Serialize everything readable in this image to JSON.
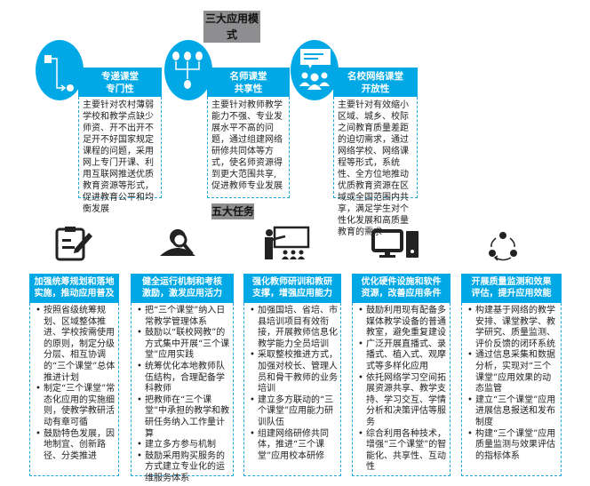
{
  "top_section": {
    "title": "三大应用模式"
  },
  "modes": [
    {
      "icon": "flow-arrow-icon",
      "title_line1": "专递课堂",
      "title_line2": "专门性",
      "body": "主要针对农村薄弱学校和教学点缺少师资、开不出开不足开不好国家规定课程的问题，采用网上专门开课、利用互联网推送优质教育资源等形式，促进教育公平和均衡发展"
    },
    {
      "icon": "hierarchy-icon",
      "title_line1": "名师课堂",
      "title_line2": "共享性",
      "body": "主要针对教师教学能力不强、专业发展水平不高的问题，通过组建网络研修共同体等方式，使名师资源得到更大范围共享,促进教师专业发展"
    },
    {
      "icon": "group-chat-icon",
      "title_line1": "名校网络课堂",
      "title_line2": "开放性",
      "body": "主要针对有效缩小区域、城乡、校际之间教育质量差距的迫切需求，通过网络学校、网络课程等形式，系统性、全方位地推动优质教育资源在区域或全国范围内共享，满足学生对个性化发展和高质量教育的需求"
    }
  ],
  "bottom_section": {
    "title": "五大任务"
  },
  "tasks": [
    {
      "icon": "clipboard-pen-icon",
      "title_line1": "加强统筹规划和落地",
      "title_line2": "实施，推动应用普及",
      "items": [
        "按照省级统筹规划、区域整体推进、学校按需使用的原则，制定分级分层、相互协调的“三个课堂”总体推进计划",
        "制定“三个课堂”常态化应用的实施细则，使教学教研活动有章可循",
        "鼓励特色发展，因地制宜、创新路径、分类推进"
      ]
    },
    {
      "icon": "user-search-icon",
      "title_line1": "健全运行机制和考核",
      "title_line2": "激励，激发应用活力",
      "items": [
        "把“三个课堂”纳入日常教学管理体系",
        "鼓励以“联校网教”的方式集中开展“三个课堂”应用实践",
        "统筹优化本地教师队伍结构，合理配备学科教师",
        "把教师在“三个课堂”中承担的教学和教研任务纳入工作量计算",
        "建立多方参与机制",
        "鼓励采用购买服务的方式建立专业化的运维服务体系"
      ]
    },
    {
      "icon": "teacher-board-icon",
      "title_line1": "强化教师研训和教研",
      "title_line2": "支撑，增强应用能力",
      "items": [
        "加强国培、省培、市县培训项目有效衔接，开展教师信息化教学能力全员培训",
        "采取整校推进方式，加强对校长、管理人员和骨干教师的业务培训",
        "建立多方联动的“三个课堂”应用能力研训队伍",
        "组建网络研修共同体，推进“三个课堂”应用校本研修"
      ]
    },
    {
      "icon": "computer-icon",
      "title_line1": "优化硬件设施和软件",
      "title_line2": "资源，改善应用条件",
      "items": [
        "鼓励利用现有配备多媒体教学设备的普通教室，避免重复建设",
        "广泛开展直播式、录播式、植入式、观摩式等多样化应用",
        "依托网络学习空间拓展资源共享、教学支持、学习交互、学情分析和决策评估等服务",
        "综合利用各种技术，增强“三个课堂”的智能化、共享性、互动性"
      ]
    },
    {
      "icon": "cycle-icon",
      "title_line1": "开展质量监测和效果",
      "title_line2": "评估，提升应用效能",
      "items": [
        "构建基于网络的教学安排、课堂教学、教学研究、质量监测、评价反馈的闭环系统",
        "通过信息采集和数据分析，实现对“三个课堂”应用效果的动态监管",
        "建立“三个课堂”应用进展信息报送和发布制度",
        "构建“三个课堂”应用质量监测与效果评估的指标体系"
      ]
    }
  ]
}
